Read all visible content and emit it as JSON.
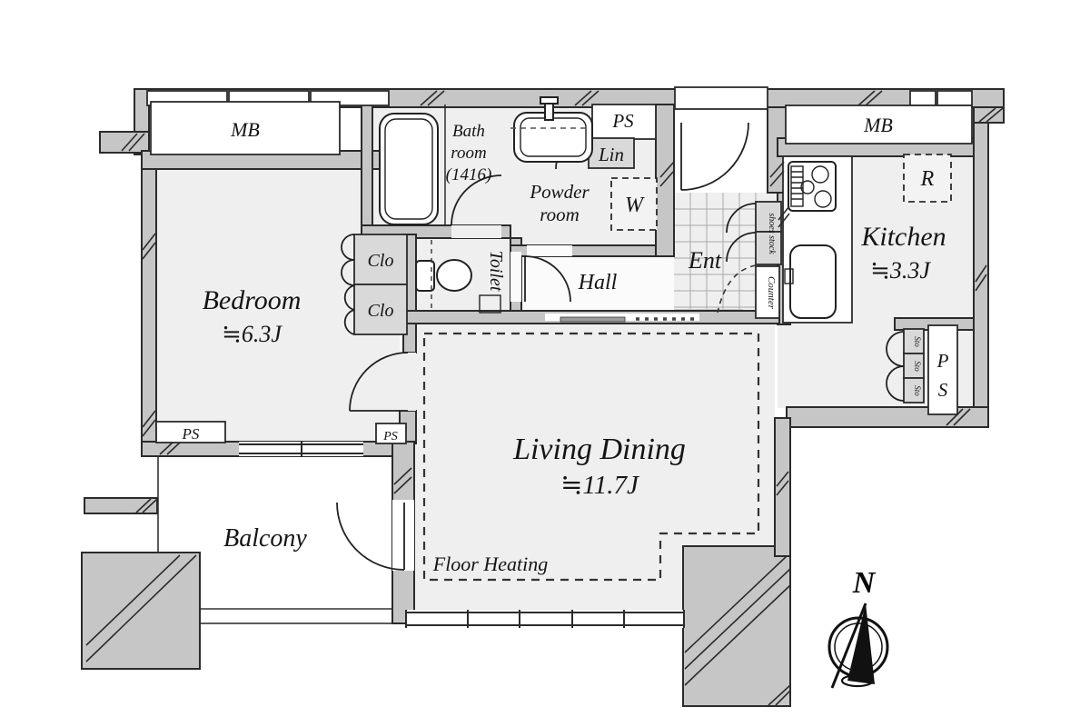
{
  "colors": {
    "wall": "#c6c6c6",
    "room_floor": "#efefef",
    "closet_fill": "#d9d9d9",
    "line": "#2b2b2b",
    "background": "#ffffff"
  },
  "compass": {
    "north": "N"
  },
  "rooms": {
    "bedroom": {
      "name": "Bedroom",
      "size": "≒6.3J"
    },
    "living_dining": {
      "name": "Living Dining",
      "size": "≒11.7J",
      "floor_heating": "Floor Heating"
    },
    "kitchen": {
      "name": "Kitchen",
      "size": "≒3.3J"
    },
    "bathroom": {
      "line1": "Bath",
      "line2": "room",
      "line3": "(1416)"
    },
    "powder_room": {
      "line1": "Powder",
      "line2": "room"
    },
    "toilet": "Toilet",
    "hall": "Hall",
    "entrance": "Ent",
    "balcony": "Balcony"
  },
  "fixtures": {
    "mb_left": "MB",
    "mb_right": "MB",
    "ps_top": "PS",
    "lin": "Lin",
    "washer": "W",
    "fridge": "R",
    "closet_upper": "Clo",
    "closet_lower": "Clo",
    "ps_left": "PS",
    "ps_middle": "PS",
    "ps_right_line1": "P",
    "ps_right_line2": "S",
    "shoes_stock": "shoes stock",
    "counter": "Counter",
    "sto_1": "Sto",
    "sto_2": "Sto",
    "sto_3": "Sto"
  }
}
